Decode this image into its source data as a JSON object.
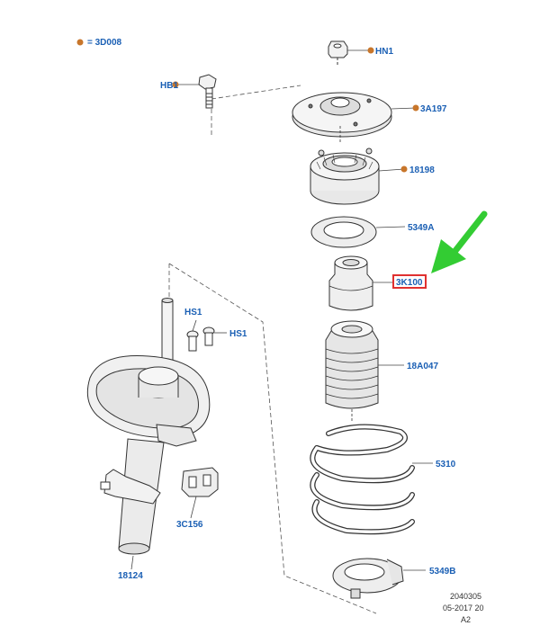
{
  "legend": {
    "marker_color": "#c8762b",
    "text": "= 3D008"
  },
  "colors": {
    "callout_text": "#1a5fb4",
    "leader_dot": "#c8762b",
    "line": "#333333",
    "arrow": "#33cc33",
    "highlight": "#e03030"
  },
  "callouts": {
    "hn1": "HN1",
    "hb1": "HB1",
    "a3a197": "3A197",
    "n18198": "18198",
    "n5349a": "5349A",
    "n3k100": "3K100",
    "n18a047": "18A047",
    "n5310": "5310",
    "n5349b": "5349B",
    "hs1a": "HS1",
    "hs1b": "HS1",
    "n3c156": "3C156",
    "n18124": "18124"
  },
  "footer": {
    "line1": "2040305",
    "line2": "05-2017 20",
    "line3": "A2"
  }
}
